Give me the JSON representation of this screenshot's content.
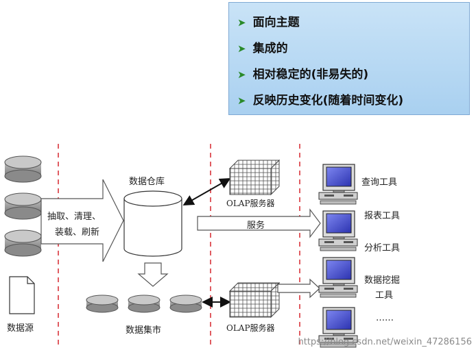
{
  "features": [
    "面向主题",
    "集成的",
    "相对稳定的(非易失的)",
    "反映历史变化(随着时间变化)"
  ],
  "labels": {
    "etl_line1": "抽取、清理、",
    "etl_line2": "装载、刷新",
    "warehouse": "数据仓库",
    "olap_top": "OLAP服务器",
    "olap_bottom": "OLAP服务器",
    "service": "服务",
    "data_mart": "数据集市",
    "data_source": "数据源",
    "tool_query": "查询工具",
    "tool_report": "报表工具",
    "tool_analysis": "分析工具",
    "tool_mining_1": "数据挖掘",
    "tool_mining_2": "工具",
    "tool_more": "……"
  },
  "watermark": "https://blog.csdn.net/weixin_47286156",
  "colors": {
    "divider": "#d8333a",
    "box_bg": "#b7d9f4",
    "check": "#2a8a2a"
  }
}
